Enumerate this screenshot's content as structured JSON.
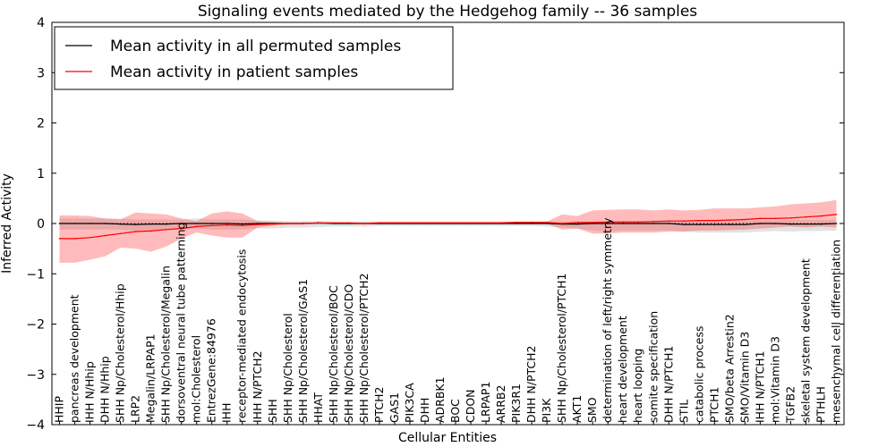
{
  "chart_data": {
    "type": "line",
    "title": "Signaling events mediated by the Hedgehog family -- 36 samples",
    "xlabel": "Cellular Entities",
    "ylabel": "Inferred Activity",
    "ylim": [
      -4,
      4
    ],
    "yticks": [
      -4,
      -3,
      -2,
      -1,
      0,
      1,
      2,
      3,
      4
    ],
    "grid": false,
    "legend_position": "top-left",
    "categories": [
      "HHIP",
      "pancreas development",
      "IHH N/Hhip",
      "DHH N/Hhip",
      "SHH Np/Cholesterol/Hhip",
      "LRP2",
      "Megalin/LRPAP1",
      "SHH Np/Cholesterol/Megalin",
      "dorsoventral neural tube patterning",
      "mol:Cholesterol",
      "EntrezGene:84976",
      "IHH",
      "receptor-mediated endocytosis",
      "IHH N/PTCH2",
      "SHH",
      "SHH Np/Cholesterol",
      "SHH Np/Cholesterol/GAS1",
      "HHAT",
      "SHH Np/Cholesterol/BOC",
      "SHH Np/Cholesterol/CDO",
      "SHH Np/Cholesterol/PTCH2",
      "PTCH2",
      "GAS1",
      "PIK3CA",
      "DHH",
      "ADRBK1",
      "BOC",
      "CDON",
      "LRPAP1",
      "ARRB2",
      "PIK3R1",
      "DHH N/PTCH2",
      "PI3K",
      "SHH Np/Cholesterol/PTCH1",
      "AKT1",
      "SMO",
      "determination of left/right symmetry",
      "heart development",
      "heart looping",
      "somite specification",
      "DHH N/PTCH1",
      "STIL",
      "catabolic process",
      "PTCH1",
      "SMO/beta Arrestin2",
      "SMO/Vitamin D3",
      "IHH N/PTCH1",
      "mol:Vitamin D3",
      "TGFB2",
      "skeletal system development",
      "PTHLH",
      "mesenchymal cell differentiation"
    ],
    "series": [
      {
        "name": "Mean activity in all permuted samples",
        "color": "#000000",
        "values": [
          0.0,
          0.0,
          0.0,
          0.0,
          -0.01,
          -0.02,
          -0.01,
          -0.01,
          0.0,
          0.0,
          0.0,
          0.0,
          -0.01,
          0.0,
          0.0,
          0.0,
          0.0,
          0.01,
          0.0,
          0.0,
          0.0,
          0.0,
          0.0,
          0.0,
          0.0,
          0.0,
          0.0,
          0.0,
          0.0,
          0.0,
          0.0,
          0.0,
          0.0,
          -0.01,
          -0.01,
          0.0,
          0.0,
          0.0,
          0.0,
          0.0,
          0.0,
          -0.02,
          -0.02,
          -0.02,
          -0.02,
          -0.02,
          0.0,
          0.0,
          -0.01,
          -0.01,
          -0.01,
          0.0
        ],
        "band_upper": [
          0.1,
          0.1,
          0.1,
          0.1,
          0.1,
          0.08,
          0.08,
          0.08,
          0.08,
          0.1,
          0.08,
          0.08,
          0.08,
          0.06,
          0.06,
          0.05,
          0.05,
          0.05,
          0.04,
          0.04,
          0.04,
          0.04,
          0.04,
          0.04,
          0.04,
          0.04,
          0.04,
          0.04,
          0.04,
          0.04,
          0.04,
          0.04,
          0.04,
          0.04,
          0.04,
          0.04,
          0.04,
          0.05,
          0.05,
          0.05,
          0.05,
          0.05,
          0.05,
          0.06,
          0.06,
          0.06,
          0.06,
          0.06,
          0.07,
          0.07,
          0.07,
          0.07
        ],
        "band_lower": [
          -0.12,
          -0.12,
          -0.12,
          -0.12,
          -0.12,
          -0.14,
          -0.14,
          -0.12,
          -0.12,
          -0.1,
          -0.12,
          -0.12,
          -0.12,
          -0.1,
          -0.1,
          -0.08,
          -0.08,
          -0.07,
          -0.06,
          -0.06,
          -0.06,
          -0.05,
          -0.05,
          -0.05,
          -0.05,
          -0.05,
          -0.05,
          -0.05,
          -0.05,
          -0.05,
          -0.05,
          -0.05,
          -0.06,
          -0.08,
          -0.1,
          -0.14,
          -0.16,
          -0.14,
          -0.14,
          -0.14,
          -0.14,
          -0.16,
          -0.18,
          -0.18,
          -0.18,
          -0.18,
          -0.16,
          -0.15,
          -0.16,
          -0.15,
          -0.15,
          -0.14
        ]
      },
      {
        "name": "Mean activity in patient samples",
        "color": "#ff0000",
        "values": [
          -0.3,
          -0.3,
          -0.28,
          -0.24,
          -0.2,
          -0.16,
          -0.15,
          -0.12,
          -0.1,
          -0.06,
          -0.04,
          -0.03,
          -0.04,
          -0.02,
          -0.01,
          0.0,
          0.0,
          0.01,
          0.01,
          0.01,
          0.0,
          0.01,
          0.01,
          0.01,
          0.01,
          0.01,
          0.01,
          0.01,
          0.01,
          0.01,
          0.02,
          0.02,
          0.02,
          0.0,
          0.02,
          0.02,
          0.03,
          0.03,
          0.03,
          0.04,
          0.05,
          0.05,
          0.06,
          0.06,
          0.07,
          0.08,
          0.1,
          0.1,
          0.11,
          0.13,
          0.15,
          0.18
        ],
        "band_upper": [
          0.16,
          0.16,
          0.15,
          0.1,
          0.08,
          0.22,
          0.2,
          0.18,
          0.1,
          0.05,
          0.2,
          0.24,
          0.2,
          0.05,
          0.03,
          0.02,
          0.02,
          0.02,
          0.02,
          0.02,
          0.02,
          0.03,
          0.03,
          0.03,
          0.03,
          0.03,
          0.03,
          0.03,
          0.03,
          0.03,
          0.04,
          0.04,
          0.04,
          0.18,
          0.15,
          0.26,
          0.27,
          0.28,
          0.28,
          0.26,
          0.28,
          0.26,
          0.27,
          0.3,
          0.3,
          0.3,
          0.32,
          0.34,
          0.38,
          0.4,
          0.42,
          0.47
        ],
        "band_lower": [
          -0.78,
          -0.78,
          -0.72,
          -0.65,
          -0.48,
          -0.5,
          -0.56,
          -0.46,
          -0.3,
          -0.18,
          -0.24,
          -0.28,
          -0.28,
          -0.08,
          -0.04,
          -0.02,
          -0.02,
          0.0,
          0.0,
          0.0,
          -0.02,
          -0.01,
          -0.01,
          -0.01,
          -0.01,
          -0.01,
          -0.01,
          -0.01,
          -0.01,
          -0.01,
          0.0,
          0.0,
          0.0,
          -0.12,
          -0.1,
          -0.2,
          -0.2,
          -0.18,
          -0.18,
          -0.18,
          -0.16,
          -0.16,
          -0.14,
          -0.14,
          -0.13,
          -0.12,
          -0.1,
          -0.08,
          -0.06,
          -0.08,
          -0.06,
          -0.08
        ]
      }
    ]
  }
}
